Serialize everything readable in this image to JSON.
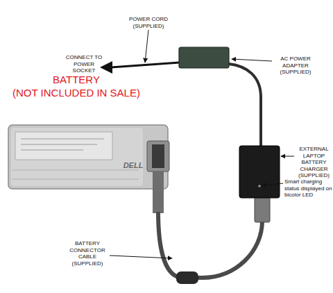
{
  "diagram": {
    "labels": [
      "POWER CORD (SUPPLIED)",
      "CONNECT TO POWER SOCKET",
      "AC POWER ADAPTER (SUPPLIED)",
      "BATTERY",
      "(NOT INCLUDED IN SALE)",
      "EXTERNAL LAPTOP BATTERY CHARGER (SUPPLIED)",
      "Smart charging status displayed on bicolor LED",
      "BATTERY CONNECTOR CABLE (SUPPLIED)",
      "DELL"
    ]
  }
}
